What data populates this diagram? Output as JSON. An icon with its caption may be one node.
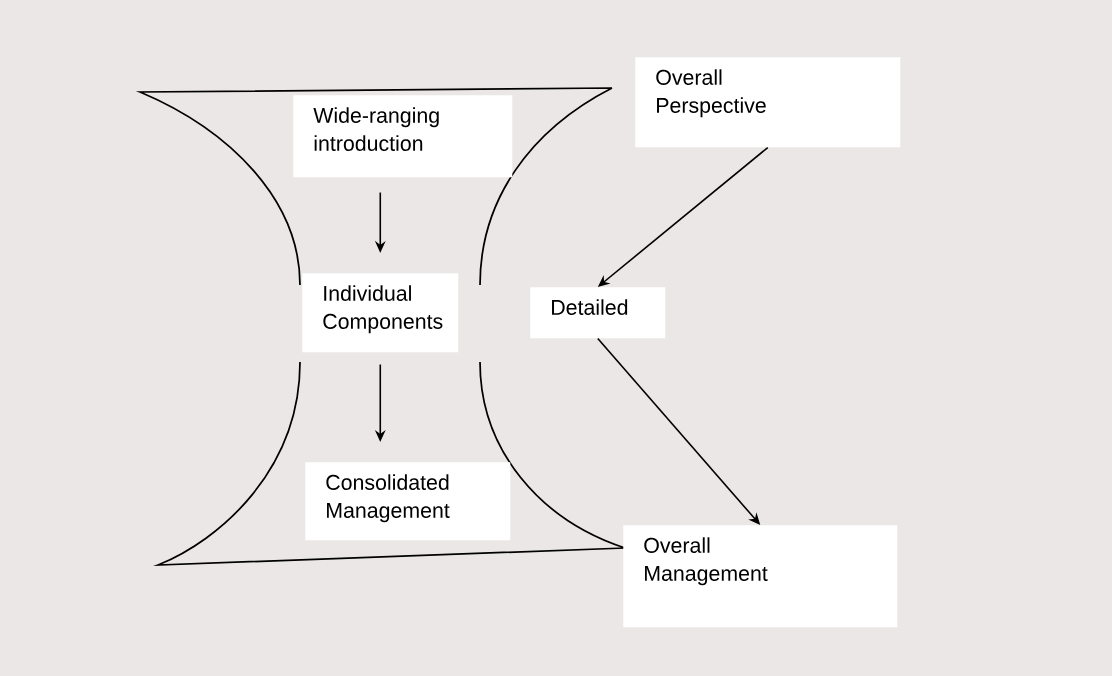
{
  "diagram": {
    "nodes": [
      {
        "text": [
          "Wide-ranging introduction"
        ]
      },
      {
        "text": [
          "Individual Components"
        ]
      },
      {
        "text": [
          "Consolidated Management"
        ]
      },
      {
        "text": [
          "Overall Perspective"
        ]
      },
      {
        "text": [
          "Detailed"
        ]
      },
      {
        "text": [
          "Overall Management"
        ]
      }
    ],
    "edges": [
      {
        "from": 0,
        "to": 1,
        "arrow": "to"
      },
      {
        "from": 1,
        "to": 2,
        "arrow": "to"
      },
      {
        "from": 3,
        "to": 4,
        "arrow": "to"
      },
      {
        "from": 4,
        "to": 5,
        "arrow": "to"
      }
    ]
  }
}
